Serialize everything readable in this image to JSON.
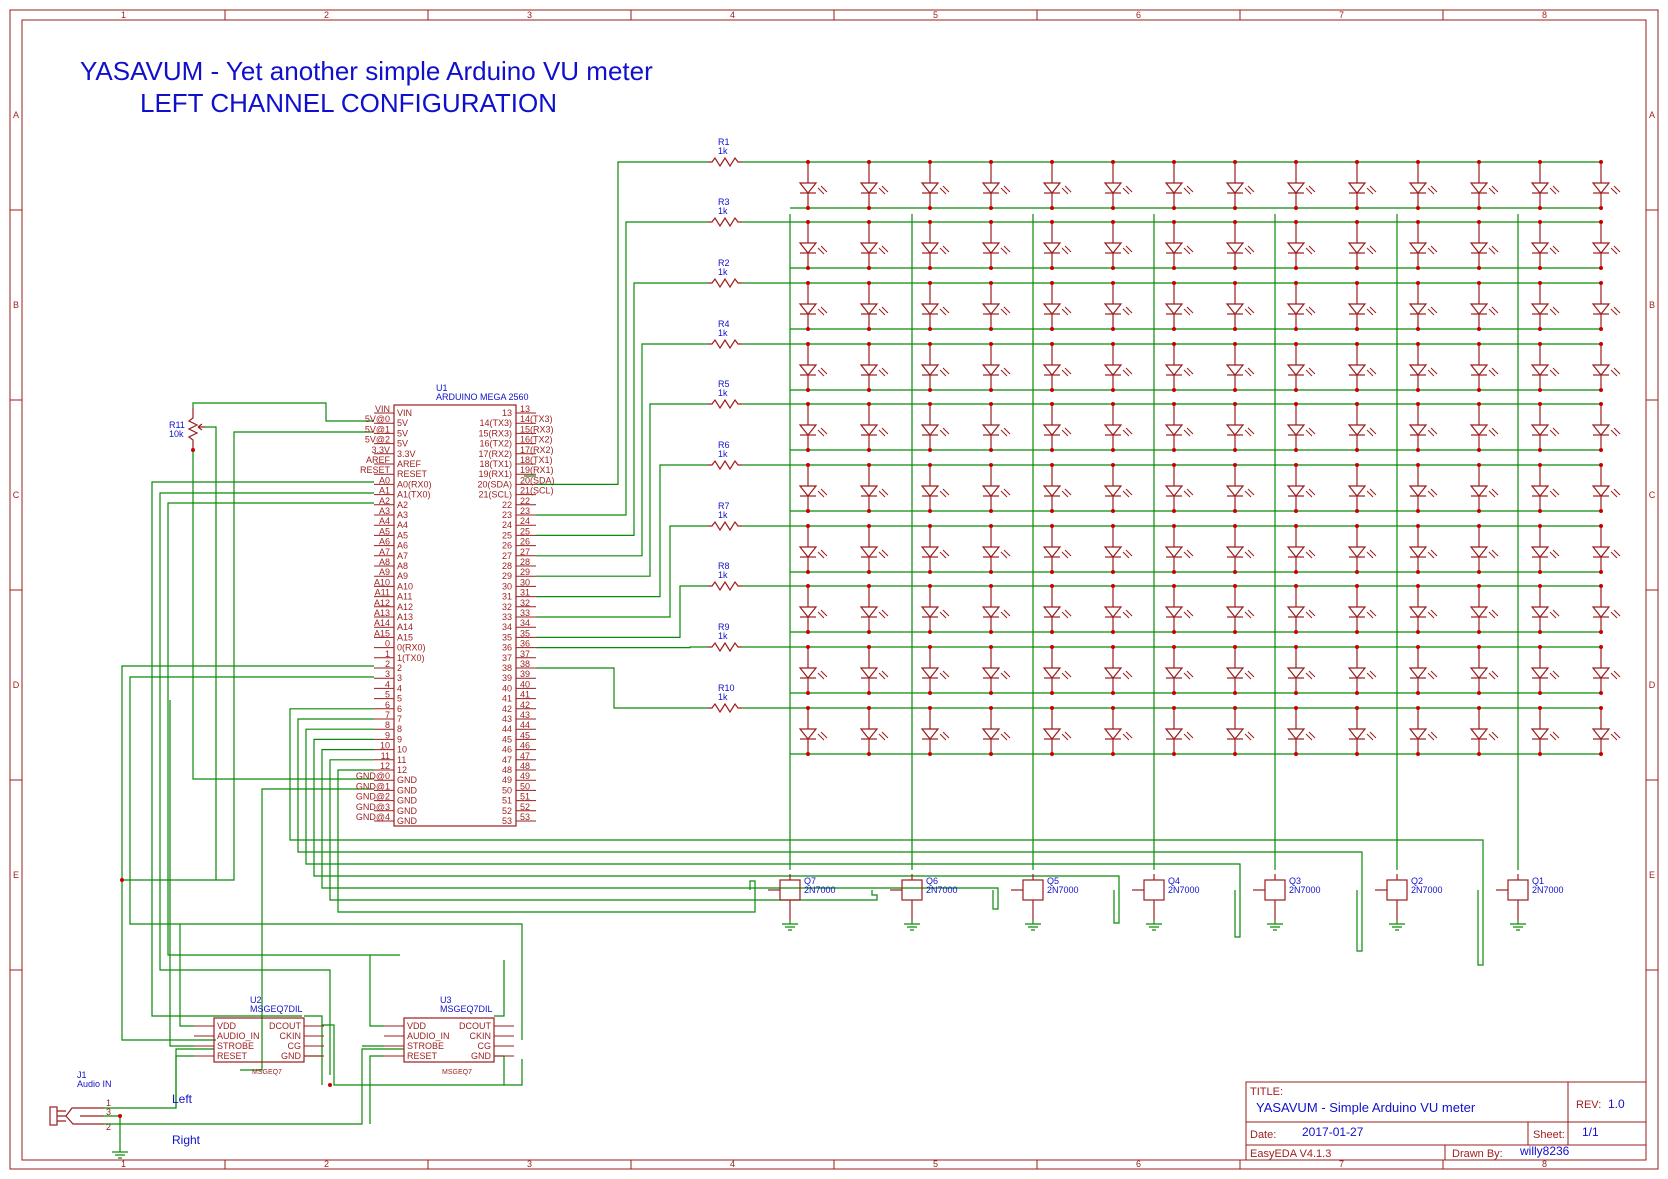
{
  "title": {
    "line1": "YASAVUM - Yet another simple Arduino VU meter",
    "line2": "LEFT CHANNEL CONFIGURATION"
  },
  "frame": {
    "columns": [
      "1",
      "2",
      "3",
      "4",
      "5",
      "6",
      "7",
      "8"
    ],
    "rows": [
      "A",
      "B",
      "C",
      "D",
      "E"
    ]
  },
  "arduino": {
    "ref": "U1",
    "name": "ARDUINO MEGA 2560",
    "left_pins_outer": [
      "VIN",
      "5V@0",
      "5V@1",
      "5V@2",
      "3.3V",
      "AREF",
      "RESET",
      "A0",
      "A1",
      "A2",
      "A3",
      "A4",
      "A5",
      "A6",
      "A7",
      "A8",
      "A9",
      "A10",
      "A11",
      "A12",
      "A13",
      "A14",
      "A15",
      "0",
      "1",
      "2",
      "3",
      "4",
      "5",
      "6",
      "7",
      "8",
      "9",
      "10",
      "11",
      "12",
      "GND@0",
      "GND@1",
      "GND@2",
      "GND@3",
      "GND@4"
    ],
    "left_pins_inner": [
      "VIN",
      "5V",
      "5V",
      "5V",
      "3.3V",
      "AREF",
      "RESET",
      "A0(RX0)",
      "A1(TX0)",
      "A2",
      "A3",
      "A4",
      "A5",
      "A6",
      "A7",
      "A8",
      "A9",
      "A10",
      "A11",
      "A12",
      "A13",
      "A14",
      "A15",
      "0(RX0)",
      "1(TX0)",
      "2",
      "3",
      "4",
      "5",
      "6",
      "7",
      "8",
      "9",
      "10",
      "11",
      "12",
      "GND",
      "GND",
      "GND",
      "GND",
      "GND"
    ],
    "right_pins_inner": [
      "13",
      "14(TX3)",
      "15(RX3)",
      "16(TX2)",
      "17(RX2)",
      "18(TX1)",
      "19(RX1)",
      "20(SDA)",
      "21(SCL)",
      "22",
      "23",
      "24",
      "25",
      "26",
      "27",
      "28",
      "29",
      "30",
      "31",
      "32",
      "33",
      "34",
      "35",
      "36",
      "37",
      "38",
      "39",
      "40",
      "41",
      "42",
      "43",
      "44",
      "45",
      "46",
      "47",
      "48",
      "49",
      "50",
      "51",
      "52",
      "53"
    ]
  },
  "pot": {
    "ref": "R11",
    "value": "10k"
  },
  "resistors": [
    {
      "ref": "R1",
      "value": "1k"
    },
    {
      "ref": "R3",
      "value": "1k"
    },
    {
      "ref": "R2",
      "value": "1k"
    },
    {
      "ref": "R4",
      "value": "1k"
    },
    {
      "ref": "R5",
      "value": "1k"
    },
    {
      "ref": "R6",
      "value": "1k"
    },
    {
      "ref": "R7",
      "value": "1k"
    },
    {
      "ref": "R8",
      "value": "1k"
    },
    {
      "ref": "R9",
      "value": "1k"
    },
    {
      "ref": "R10",
      "value": "1k"
    }
  ],
  "transistors": [
    {
      "ref": "Q7",
      "part": "2N7000"
    },
    {
      "ref": "Q6",
      "part": "2N7000"
    },
    {
      "ref": "Q5",
      "part": "2N7000"
    },
    {
      "ref": "Q4",
      "part": "2N7000"
    },
    {
      "ref": "Q3",
      "part": "2N7000"
    },
    {
      "ref": "Q2",
      "part": "2N7000"
    },
    {
      "ref": "Q1",
      "part": "2N7000"
    }
  ],
  "msgeq": [
    {
      "ref": "U2",
      "name": "MSGEQ7DIL",
      "footer": "MSGEQ7"
    },
    {
      "ref": "U3",
      "name": "MSGEQ7DIL",
      "footer": "MSGEQ7"
    }
  ],
  "msgeq_pins_left": [
    "VDD",
    "AUDIO_IN",
    "STROBE",
    "RESET"
  ],
  "msgeq_pins_right": [
    "DCOUT",
    "CKIN",
    "CG",
    "GND"
  ],
  "jack": {
    "ref": "J1",
    "name": "Audio IN",
    "pins": [
      "1",
      "3",
      "2"
    ]
  },
  "labels": {
    "left": "Left",
    "right": "Right"
  },
  "titleblock": {
    "title_label": "TITLE:",
    "title": "YASAVUM - Simple Arduino VU meter",
    "rev_label": "REV:",
    "rev": "1.0",
    "date_label": "Date:",
    "date": "2017-01-27",
    "sheet_label": "Sheet:",
    "sheet": "1/1",
    "tool": "EasyEDA V4.1.3",
    "drawn_label": "Drawn By:",
    "drawn": "willy8236"
  },
  "colors": {
    "wire": "#0a8a0a",
    "component": "#9b1c1c",
    "text": "#1010cc",
    "junction": "#cc0000"
  }
}
